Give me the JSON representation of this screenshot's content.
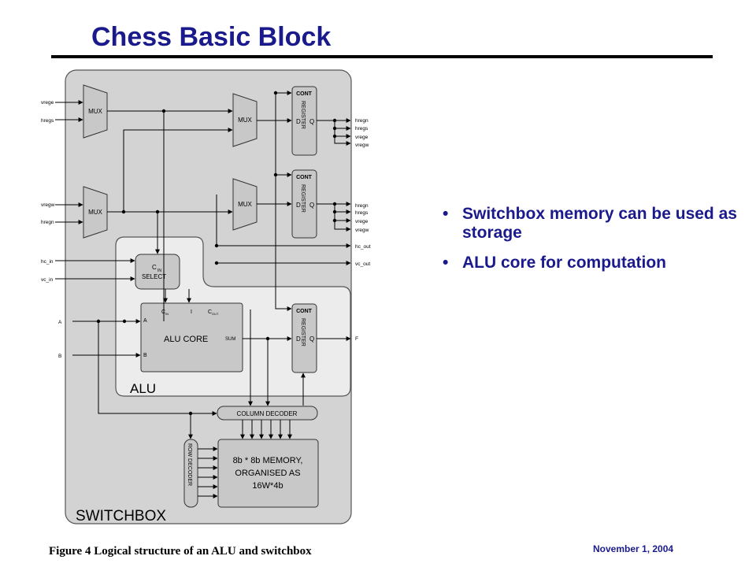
{
  "slide": {
    "title": "Chess Basic Block",
    "bullets": [
      "Switchbox memory can be used as storage",
      "ALU core for computation"
    ],
    "caption": "Figure 4  Logical structure of  an ALU and switchbox",
    "date": "November  1, 2004"
  },
  "diagram": {
    "outer_label": "SWITCHBOX",
    "alu_region_label": "ALU",
    "mux_label": "MUX",
    "register_label": "REGISTER",
    "cont_label": "CONT",
    "d_label": "D",
    "q_label": "Q",
    "cin_select_label_1": "C",
    "cin_select_sub": "IN",
    "cin_select_label_2": "SELECT",
    "alu_core_label": "ALU CORE",
    "sum_label": "SUM",
    "alu_port_a": "A",
    "alu_port_b": "B",
    "alu_port_cin": "C",
    "alu_port_cin_sub": "IN",
    "alu_port_i": "I",
    "alu_port_cout": "C",
    "alu_port_cout_sub": "OUT",
    "column_decoder_label": "COLUMN DECODER",
    "row_decoder_label": "ROW DECODER",
    "memory_line_1": "8b * 8b MEMORY,",
    "memory_line_2": "ORGANISED AS",
    "memory_line_3": "16W*4b",
    "inputs": {
      "mux1_a": "vrege",
      "mux1_b": "hregs",
      "mux3_a": "vregw",
      "mux3_b": "hregn",
      "hc_in": "hc_in",
      "vc_in": "vc_in",
      "a": "A",
      "b": "B"
    },
    "outputs_reg1": [
      "hregn",
      "hregs",
      "vrege",
      "vregw"
    ],
    "outputs_reg2": [
      "hregn",
      "hregs",
      "vrege",
      "vregw"
    ],
    "hc_out": "hc_out",
    "vc_out": "vc_out",
    "f_out": "F"
  },
  "colors": {
    "title": "#1a1a8c",
    "panel": "#d3d3d3",
    "alu_region": "#ececec",
    "block": "#c8c8c8"
  }
}
